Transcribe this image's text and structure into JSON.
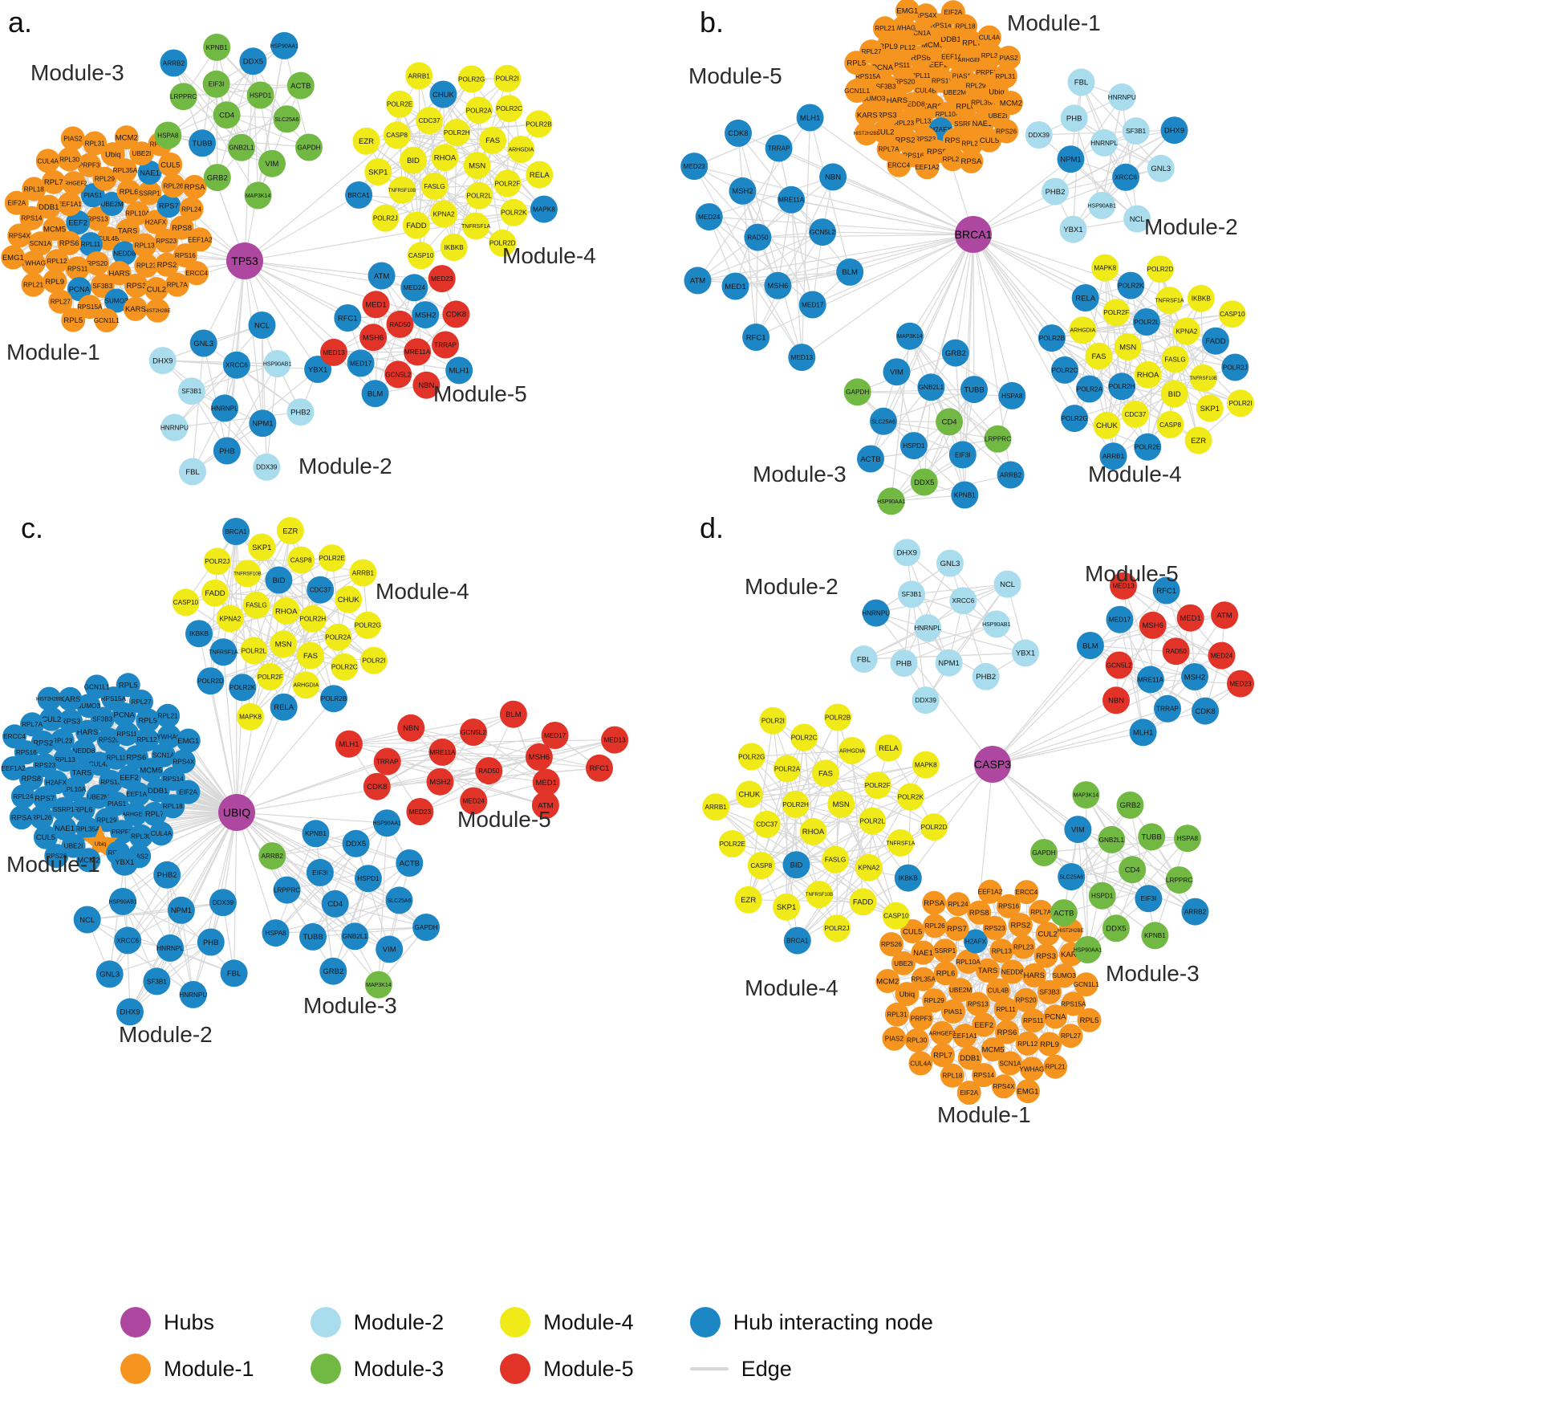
{
  "colors": {
    "hub": "#ad47a0",
    "module1": "#f5941f",
    "module2": "#a9dcec",
    "module3": "#72b944",
    "module4": "#f0ea18",
    "module5": "#e23328",
    "hub_interacting": "#1d87c6",
    "edge": "#d8d8d8",
    "node_text": "#141414"
  },
  "modules": {
    "m1": {
      "label": "Module-1",
      "color_key": "module1",
      "nodes": [
        "CUL4B",
        "RPS13",
        "TARS",
        "RPL11",
        "UBE2M",
        "NEDD8",
        "EEF2",
        "RPL10A",
        "RPS20",
        "PIAS1",
        "RPL13",
        "RPS6",
        "RPL6",
        "HARS",
        "EEF1A1",
        "H2AFX",
        "RPS11",
        "RPL29",
        "RPL23",
        "MCM5",
        "SSRP1",
        "SF3B3",
        "ARHGEF2",
        "RPS23",
        "RPL12",
        "RPL35A",
        "RPS3",
        "DDB1",
        "RPS7",
        "PCNA",
        "PRPF3",
        "RPS2",
        "SCN1A",
        "NAE1",
        "SUMO3",
        "RPL7",
        "RPS8",
        "RPL9",
        "Ubiq",
        "CUL2",
        "RPS14",
        "RPL26",
        "RPS15A",
        "RPL30",
        "RPS16",
        "YWHAG",
        "UBE2I",
        "KARS",
        "RPL18",
        "RPL24",
        "RPL27",
        "RPL31",
        "RPL7A",
        "RPS4X",
        "CUL5",
        "GCN1L1",
        "CUL4A",
        "EEF1A2",
        "RPL21",
        "MCM2",
        "HIST2H2BE",
        "EIF2A",
        "RPSA",
        "RPL5",
        "PIAS2",
        "ERCC4",
        "EMG1",
        "RPS26"
      ]
    },
    "m2": {
      "label": "Module-2",
      "color_key": "module2",
      "nodes": [
        "HNRNPL",
        "XRCC6",
        "NPM1",
        "SF3B1",
        "HSP90AB1",
        "PHB",
        "GNL3",
        "PHB2",
        "HNRNPU",
        "NCL",
        "DDX39",
        "DHX9",
        "YBX1",
        "FBL"
      ]
    },
    "m3": {
      "label": "Module-3",
      "color_key": "module3",
      "nodes": [
        "CD4",
        "HSPD1",
        "GNB2L1",
        "EIF3I",
        "SLC25A6",
        "TUBB",
        "DDX5",
        "VIM",
        "LRPPRC",
        "ACTB",
        "GRB2",
        "KPNB1",
        "GAPDH",
        "HSPA8",
        "HSP90AA1",
        "MAP3K14",
        "ARRB2"
      ]
    },
    "m4": {
      "label": "Module-4",
      "color_key": "module4",
      "nodes": [
        "RHOA",
        "MSN",
        "FASLG",
        "POLR2H",
        "POLR2L",
        "BID",
        "FAS",
        "KPNA2",
        "CDC37",
        "POLR2F",
        "TNFRSF10B",
        "POLR2A",
        "TNFRSF1A",
        "CASP8",
        "ARHGDIA",
        "FADD",
        "CHUK",
        "POLR2K",
        "SKP1",
        "POLR2C",
        "IKBKB",
        "POLR2E",
        "RELA",
        "POLR2J",
        "POLR2G",
        "POLR2D",
        "EZR",
        "POLR2B",
        "CASP10",
        "ARRB1",
        "MAPK8",
        "BRCA1",
        "POLR2I"
      ]
    },
    "m5": {
      "label": "Module-5",
      "color_key": "module5",
      "nodes": [
        "RAD50",
        "MRE11A",
        "MSH6",
        "MSH2",
        "GCN5L2",
        "MED1",
        "TRRAP",
        "MED17",
        "MED24",
        "NBN",
        "RFC1",
        "CDK8",
        "BLM",
        "ATM",
        "MLH1",
        "MED13",
        "MED23"
      ]
    }
  },
  "panels": [
    {
      "id": "a",
      "label": "a.",
      "hub": "TP53",
      "hub_interacting": {
        "m1": [
          "RPL11",
          "EEF2",
          "UBE2M",
          "NEDD8",
          "RPS7",
          "NAE1",
          "SUMO3",
          "PCNA",
          "PIAS1"
        ],
        "m2": [
          "HNRNPL",
          "XRCC6",
          "NPM1",
          "GNL3",
          "NCL",
          "YBX1",
          "PHB"
        ],
        "m3": [
          "TUBB",
          "DDX5",
          "HSP90AA1",
          "ARRB2"
        ],
        "m4": [
          "CHUK",
          "MAPK8",
          "BRCA1"
        ],
        "m5": [
          "MSH2",
          "MED17",
          "MED24",
          "BLM",
          "ATM",
          "RFC1",
          "MLH1"
        ]
      }
    },
    {
      "id": "b",
      "label": "b.",
      "hub": "BRCA1",
      "hub_interacting": {
        "m1": [
          "H2AFX"
        ],
        "m2": [
          "NPM1",
          "DHX9",
          "XRCC6"
        ],
        "m3": [
          "TUBB",
          "HSPA8",
          "ACTB",
          "KPNB1",
          "VIM",
          "GRB2",
          "MAP3K14",
          "GNB2L1",
          "HSPD1",
          "EIF3I",
          "ARRB2",
          "SLC25A6"
        ],
        "m4": [
          "POLR2A",
          "POLR2C",
          "ARRB1",
          "POLR2L",
          "FADD",
          "POLR2B",
          "POLR2K",
          "POLR2H",
          "RELA",
          "POLR2E",
          "POLR2G",
          "POLR2J"
        ],
        "m5": {
          "all": true
        }
      }
    },
    {
      "id": "c",
      "label": "c.",
      "hub": "UBIQ",
      "hub_interacting": {
        "m1": {
          "all": true,
          "except": [
            "Ubiq"
          ]
        },
        "m2": {
          "all": true
        },
        "m3": {
          "all": true,
          "except": [
            "ARRB2",
            "MAP3K14"
          ]
        },
        "m4": [
          "BRCA1",
          "IKBKB",
          "BID",
          "TNFRSF1A",
          "RELA",
          "CDC37",
          "POLR2D",
          "POLR2B",
          "POLR2K"
        ],
        "m5": []
      },
      "special_nodes": {
        "Ubiq": {
          "shape": "star",
          "color_key": "module1"
        }
      }
    },
    {
      "id": "d",
      "label": "d.",
      "hub": "CASP3",
      "hub_interacting": {
        "m1": [
          "H2AFX"
        ],
        "m2": [
          "HNRNPU"
        ],
        "m3": [
          "VIM",
          "SLC25A6",
          "EIF3I",
          "ARRB2"
        ],
        "m4": [
          "BRCA1",
          "IKBKB",
          "BID"
        ],
        "m5": [
          "MED17",
          "MRE11A",
          "MLH1",
          "RFC1",
          "BLM",
          "CDK8",
          "MSH2",
          "TRRAP"
        ]
      }
    }
  ],
  "legend": {
    "items": [
      {
        "label": "Hubs",
        "color_key": "hub",
        "swatch": "circle"
      },
      {
        "label": "Module-1",
        "color_key": "module1",
        "swatch": "circle"
      },
      {
        "label": "Module-2",
        "color_key": "module2",
        "swatch": "circle"
      },
      {
        "label": "Module-3",
        "color_key": "module3",
        "swatch": "circle"
      },
      {
        "label": "Module-4",
        "color_key": "module4",
        "swatch": "circle"
      },
      {
        "label": "Module-5",
        "color_key": "module5",
        "swatch": "circle"
      },
      {
        "label": "Hub interacting node",
        "color_key": "hub_interacting",
        "swatch": "circle"
      },
      {
        "label": "Edge",
        "color_key": "edge",
        "swatch": "line"
      }
    ]
  }
}
